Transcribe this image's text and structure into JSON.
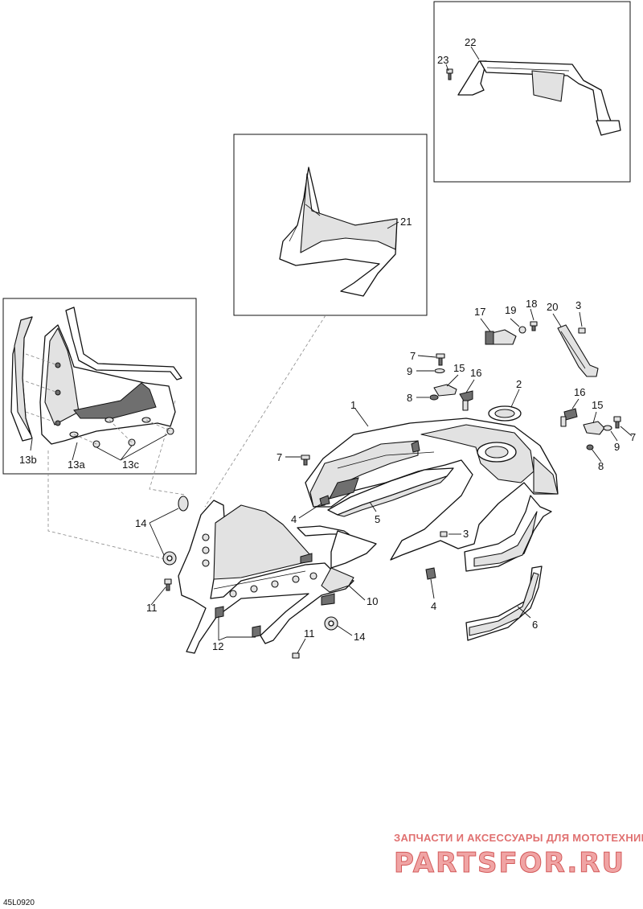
{
  "diagram_code": "45L0920",
  "watermark": {
    "tagline": "ЗАПЧАСТИ И АКСЕССУАРЫ ДЛЯ МОТОТЕХНИКИ",
    "logo": "PARTSFOR.RU"
  },
  "callouts": {
    "c1": "1",
    "c2": "2",
    "c3a": "3",
    "c3b": "3",
    "c4a": "4",
    "c4b": "4",
    "c5": "5",
    "c6": "6",
    "c7a": "7",
    "c7b": "7",
    "c7c": "7",
    "c8a": "8",
    "c8b": "8",
    "c9a": "9",
    "c9b": "9",
    "c10": "10",
    "c11a": "11",
    "c11b": "11",
    "c12": "12",
    "c13a": "13a",
    "c13b": "13b",
    "c13c": "13c",
    "c14a": "14",
    "c14b": "14",
    "c15a": "15",
    "c15b": "15",
    "c16a": "16",
    "c16b": "16",
    "c17": "17",
    "c18": "18",
    "c19": "19",
    "c20": "20",
    "c21": "21",
    "c22": "22",
    "c23": "23"
  }
}
